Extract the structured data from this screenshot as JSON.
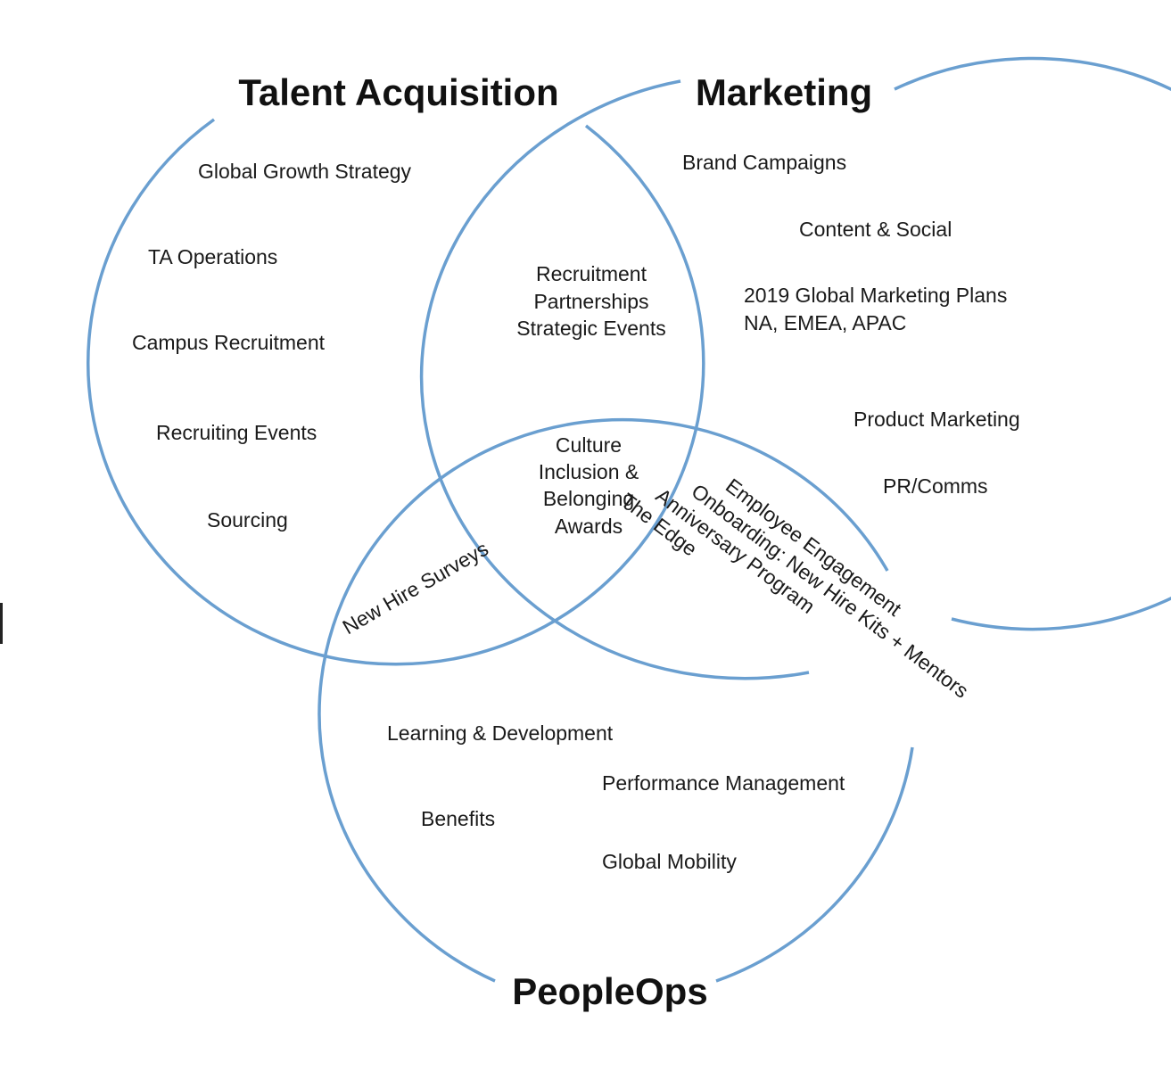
{
  "sets": {
    "talent_acquisition": "Talent Acquisition",
    "marketing": "Marketing",
    "peopleops": "PeopleOps"
  },
  "talent_acquisition_items": {
    "global_growth": "Global Growth Strategy",
    "ta_operations": "TA Operations",
    "campus_recruitment": "Campus Recruitment",
    "recruiting_events": "Recruiting Events",
    "sourcing": "Sourcing"
  },
  "marketing_items": {
    "brand_campaigns": "Brand Campaigns",
    "content_social": "Content & Social",
    "marketing_plans_line1": "2019 Global Marketing Plans",
    "marketing_plans_line2": "NA, EMEA, APAC",
    "product_marketing": "Product Marketing",
    "pr_comms": "PR/Comms"
  },
  "ta_marketing_overlap": {
    "line1": "Recruitment",
    "line2": "Partnerships",
    "line3": "Strategic Events"
  },
  "center_overlap": {
    "line1": "Culture",
    "line2": "Inclusion &",
    "line3": "Belonging",
    "line4": "Awards"
  },
  "ta_peopleops_overlap": {
    "line1": "New Hire Surveys"
  },
  "marketing_peopleops_overlap": {
    "line1": "Employee Engagement",
    "line2": "Onboarding: New Hire Kits + Mentors",
    "line3": "Anniversary Program",
    "line4": "The Edge"
  },
  "peopleops_items": {
    "learning_development": "Learning & Development",
    "performance_management": "Performance Management",
    "benefits": "Benefits",
    "global_mobility": "Global Mobility"
  },
  "colors": {
    "circle_stroke": "#6a9fd0",
    "text": "#1a1a1a"
  }
}
